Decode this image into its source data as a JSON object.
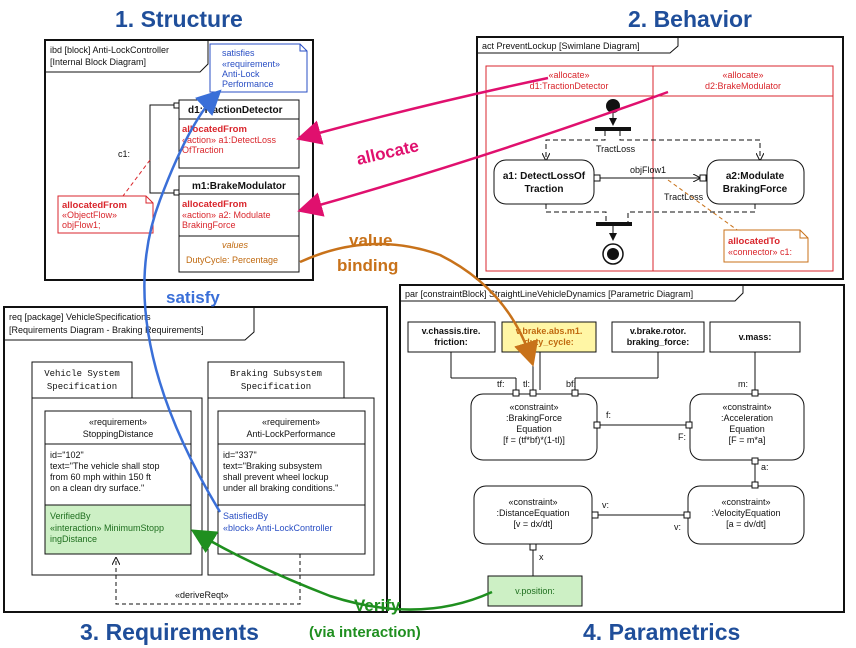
{
  "sections": {
    "structure": "1. Structure",
    "behavior": "2. Behavior",
    "requirements": "3. Requirements",
    "parametrics": "4. Parametrics"
  },
  "ibd": {
    "header1": "ibd [block] Anti-LockController",
    "header2": "[Internal Block Diagram]",
    "satisfies": "satisfies",
    "sat_req": "«requirement»",
    "sat_name1": "Anti-Lock",
    "sat_name2": "Performance",
    "d1_title": "d1:TractionDetector",
    "d1_alloc": "allocatedFrom",
    "d1_action1": "«action» a1:DetectLoss",
    "d1_action2": "OfTraction",
    "m1_title": "m1:BrakeModulator",
    "m1_alloc": "allocatedFrom",
    "m1_action1": "«action» a2: Modulate",
    "m1_action2": "BrakingForce",
    "values": "values",
    "duty": "DutyCycle: Percentage",
    "c1": "c1:",
    "af_title": "allocatedFrom",
    "af_flow": "«ObjectFlow»",
    "af_obj": "objFlow1;"
  },
  "act": {
    "header": "act PreventLockup [Swimlane Diagram]",
    "lane1_stereo": "«allocate»",
    "lane1_name": "d1:TractionDetector",
    "lane2_stereo": "«allocate»",
    "lane2_name": "d2:BrakeModulator",
    "traction_loss_top": "TractLoss",
    "a1_line1": "a1: DetectLossOf",
    "a1_line2": "Traction",
    "objflow": "objFlow1",
    "a2_line1": "a2:Modulate",
    "a2_line2": "BrakingForce",
    "traction_loss_mid": "TractLoss",
    "allocto_title": "allocatedTo",
    "allocto_conn": "«connector» c1:"
  },
  "req": {
    "header1": "req [package] VehicleSpecifications",
    "header2": "[Requirements Diagram - Braking Requirements]",
    "pkg1_line1": "Vehicle System",
    "pkg1_line2": "Specification",
    "pkg2_line1": "Braking Subsystem",
    "pkg2_line2": "Specification",
    "r1_stereo": "«requirement»",
    "r1_name": "StoppingDistance",
    "r1_id": "id=\"102\"",
    "r1_t1": "text=\"The vehicle shall stop",
    "r1_t2": "from 60 mph within 150 ft",
    "r1_t3": "on a clean dry surface.\"",
    "r1_verified": "VerifiedBy",
    "r1_inter1": "«interaction» MinimumStopp",
    "r1_inter2": "ingDistance",
    "r2_stereo": "«requirement»",
    "r2_name": "Anti-LockPerformance",
    "r2_id": "id=\"337\"",
    "r2_t1": "text=\"Braking subsystem",
    "r2_t2": "shall prevent wheel lockup",
    "r2_t3": "under all braking conditions.\"",
    "r2_satisfied": "SatisfiedBy",
    "r2_block": "«block» Anti-LockController",
    "derive": "«deriveReqt»"
  },
  "par": {
    "header": "par [constraintBlock] StraightLineVehicleDynamics [Parametric Diagram]",
    "p1_l1": "v.chassis.tire.",
    "p1_l2": "friction:",
    "p2_l1": "v.brake.abs.m1.",
    "p2_l2": "duty_cycle:",
    "p3_l1": "v.brake.rotor.",
    "p3_l2": "braking_force:",
    "p4": "v.mass:",
    "tf": "tf:",
    "tl": "tl:",
    "bf": "bf:",
    "c1_stereo": "«constraint»",
    "c1_n1": ":BrakingForce",
    "c1_n2": "Equation",
    "c1_eq": "[f = (tf*bf)*(1-tl)]",
    "f": "f:",
    "F": "F:",
    "m": "m:",
    "c2_stereo": "«constraint»",
    "c2_n1": ":Acceleration",
    "c2_n2": "Equation",
    "c2_eq": "[F = m*a]",
    "a": "a:",
    "c3_stereo": "«constraint»",
    "c3_n1": ":DistanceEquation",
    "c3_eq": "[v = dx/dt]",
    "c4_stereo": "«constraint»",
    "c4_n1": ":VelocityEquation",
    "c4_eq": "[a = dv/dt]",
    "v1": "v:",
    "v2": "v:",
    "x": "x",
    "pos": "v.position:"
  },
  "arrows": {
    "allocate": "allocate",
    "value": "value",
    "binding": "binding",
    "satisfy": "satisfy",
    "verify": "Verify",
    "via": "(via interaction)"
  },
  "colors": {
    "title_blue": "#1f4e9a",
    "allocate": "#e0106e",
    "value": "#c8721a",
    "satisfy": "#3a6fd8",
    "verify": "#1f8f1f",
    "req_red": "#d9262c"
  }
}
